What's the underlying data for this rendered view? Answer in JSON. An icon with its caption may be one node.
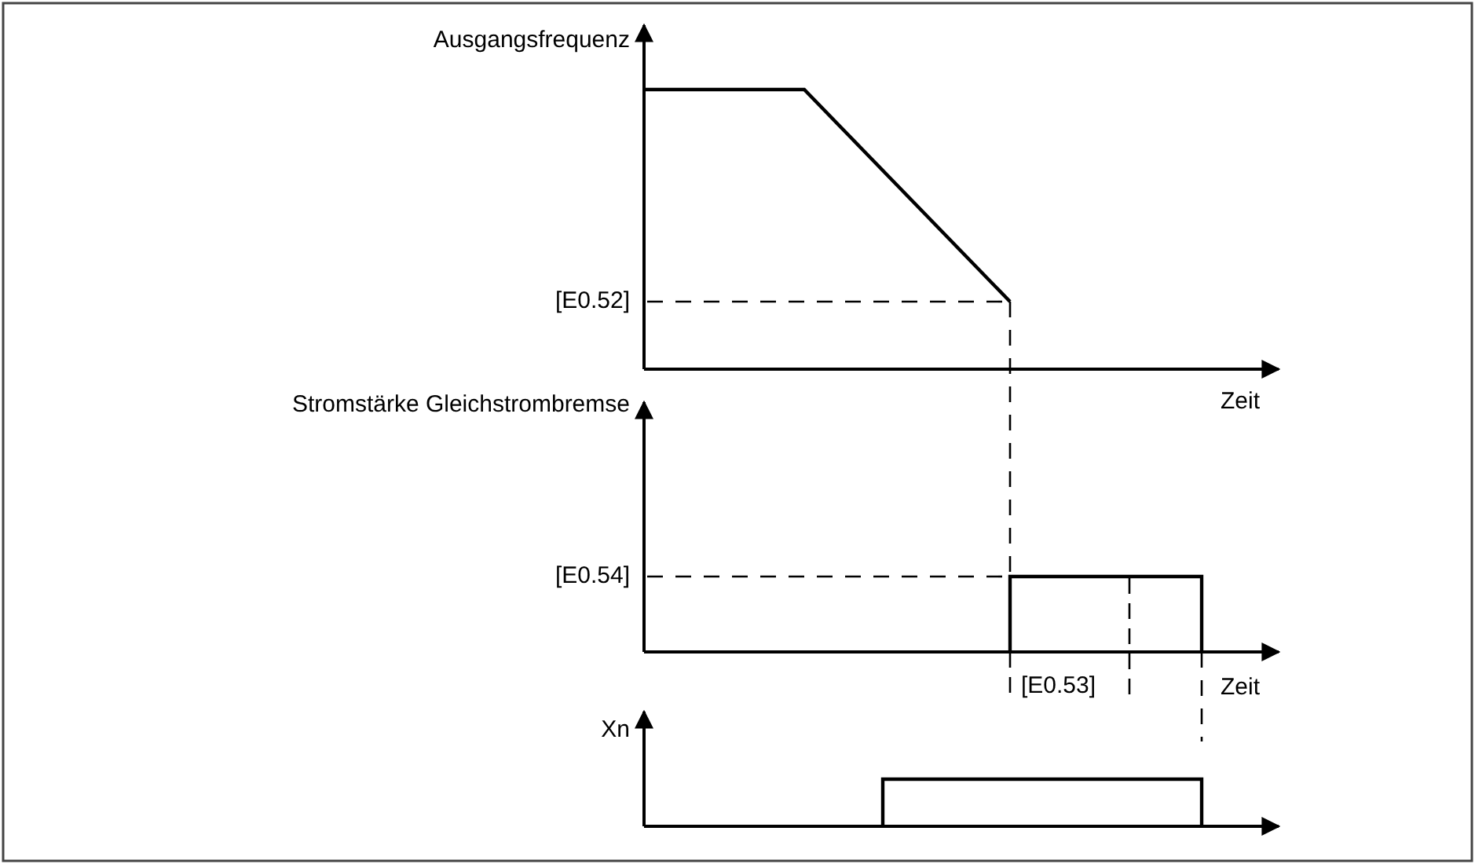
{
  "diagram": {
    "labels": [
      "Ausgangsfrequenz",
      "[E0.52]",
      "Zeit",
      "Stromstärke Gleichstrombremse",
      "[E0.54]",
      "[E0.53]",
      "Zeit",
      "Xn"
    ]
  }
}
